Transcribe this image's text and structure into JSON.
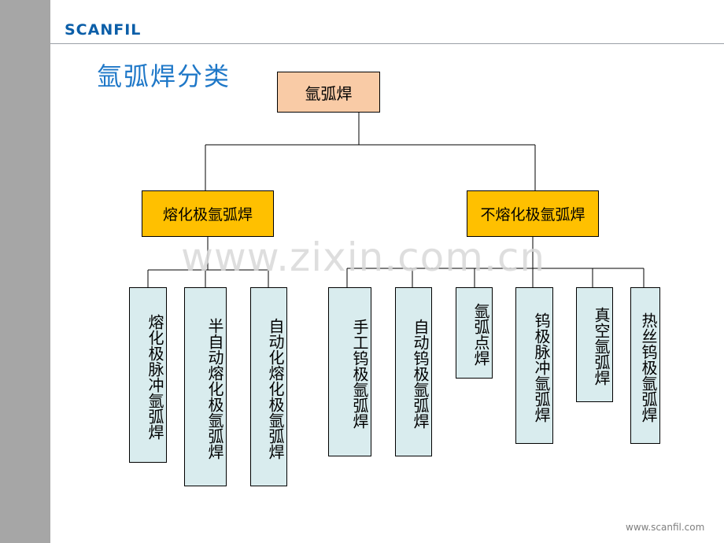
{
  "logo_text": "SCANFIL",
  "title": "氩弧焊分类",
  "root": {
    "label": "氩弧焊"
  },
  "groups": [
    {
      "label": "熔化极氩弧焊",
      "children": [
        "熔化极脉冲氩弧焊",
        "半自动熔化极氩弧焊",
        "自动化熔化极氩弧焊"
      ]
    },
    {
      "label": "不熔化极氩弧焊",
      "children": [
        "手工钨极氩弧焊",
        "自动钨极氩弧焊",
        "氩弧点焊",
        "钨极脉冲氩弧焊",
        "真空氩弧焊",
        "热丝钨极氩弧焊"
      ]
    }
  ],
  "watermark": "www.zixin.com.cn",
  "footer": "www.scanfil.com",
  "colors": {
    "root_fill": "#f9cba6",
    "group_fill": "#ffc000",
    "leaf_fill": "#d9ecee",
    "title": "#1f78c8",
    "logo": "#0b5ea8"
  }
}
